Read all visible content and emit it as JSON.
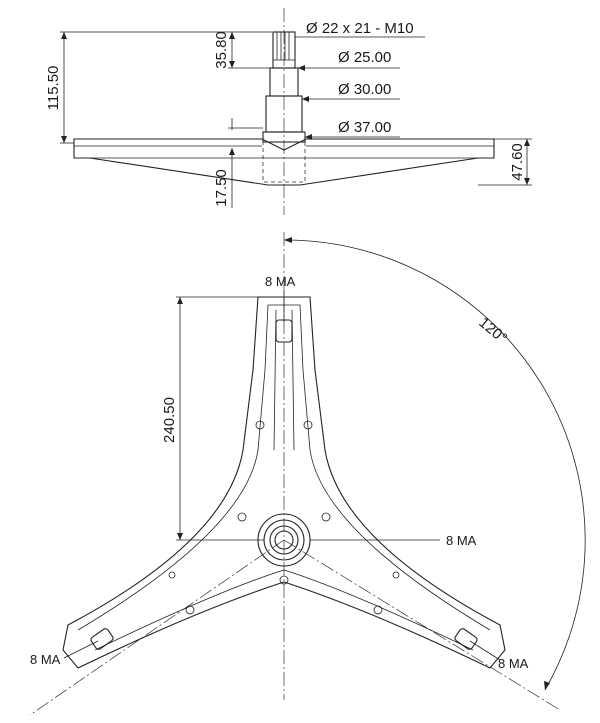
{
  "side_view": {
    "dims": {
      "spline": "Ø 22 x 21 - M10",
      "d25": "Ø 25.00",
      "d30": "Ø 30.00",
      "d37": "Ø 37.00",
      "h115": "115.50",
      "h35": "35.80",
      "h17": "17.50",
      "h47": "47.60"
    }
  },
  "top_view": {
    "angle": "120°",
    "arm_length": "240.50",
    "labels": {
      "top": "8 MA",
      "right": "8 MA",
      "bottom_left": "8 MA",
      "bottom_right": "8 MA"
    }
  }
}
